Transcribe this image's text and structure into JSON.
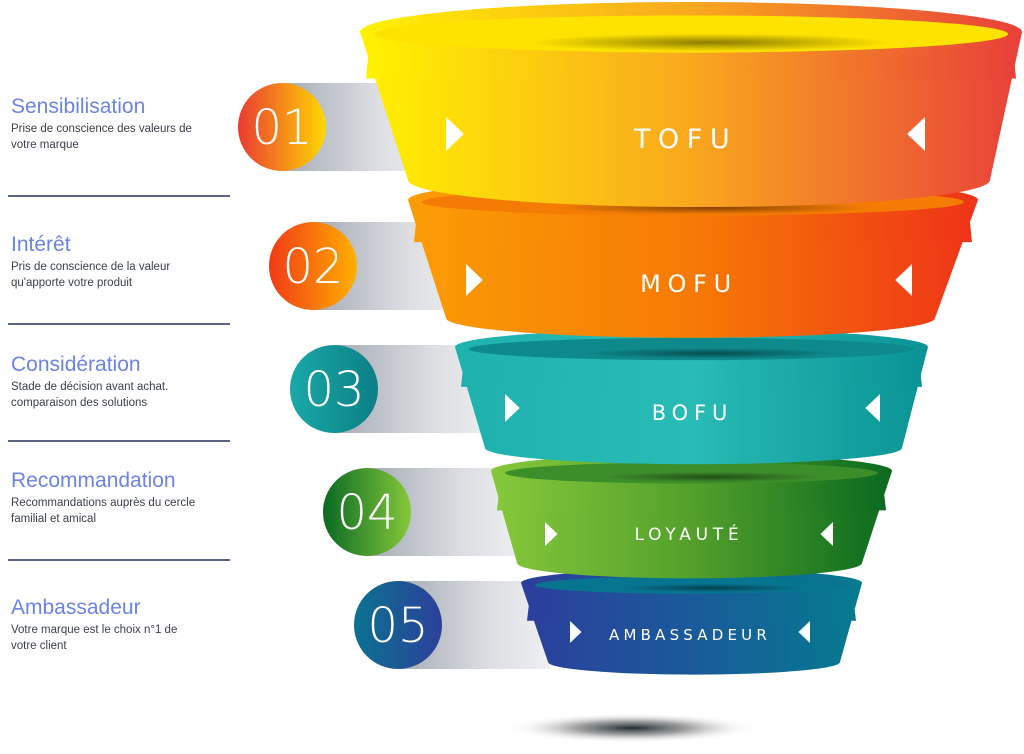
{
  "stages": [
    {
      "number": "01",
      "title": "Sensibilisation",
      "description_lines": [
        "Prise de conscience des valeurs de",
        "votre marque"
      ],
      "funnel_label": "TOFU",
      "badge_colors": [
        "#ea3b32",
        "#ffd800"
      ],
      "band_colors": [
        "#fff200",
        "#f9a81e",
        "#e8403a"
      ],
      "rim_color": "#ffe300"
    },
    {
      "number": "02",
      "title": "Intérêt",
      "description_lines": [
        "Pris de conscience de la valeur",
        "qu'apporte votre produit"
      ],
      "funnel_label": "MOFU",
      "badge_colors": [
        "#f03a16",
        "#ffb000"
      ],
      "band_colors": [
        "#fb9c05",
        "#f67a05",
        "#ef3318"
      ],
      "rim_color": "#f47c05"
    },
    {
      "number": "03",
      "title": "Considération",
      "description_lines": [
        "Stade de décision avant achat.",
        "comparaison des solutions"
      ],
      "funnel_label": "BOFU",
      "badge_colors": [
        "#1aa8a7",
        "#0b7f86"
      ],
      "band_colors": [
        "#1fb1ad",
        "#29bbb5",
        "#0a9395"
      ],
      "rim_color": "#0e8a8d"
    },
    {
      "number": "04",
      "title": "Recommandation",
      "description_lines": [
        "Recommandations auprès du cercle",
        "familial et amical"
      ],
      "funnel_label": "LOYAUTÉ",
      "badge_colors": [
        "#0a6a23",
        "#86c83a"
      ],
      "band_colors": [
        "#86c83a",
        "#53a02b",
        "#0b6a1f"
      ],
      "rim_color": "#3c8e2a"
    },
    {
      "number": "05",
      "title": "Ambassadeur",
      "description_lines": [
        "Votre marque est le choix n°1 de",
        "votre client"
      ],
      "funnel_label": "AMBASSADEUR",
      "badge_colors": [
        "#0b7290",
        "#2d3f9b"
      ],
      "band_colors": [
        "#2c3e9c",
        "#1a5a9a",
        "#057b8f"
      ],
      "rim_color": "#087590"
    }
  ],
  "icons": {
    "right_arrow": "triangle-right-icon",
    "left_arrow": "triangle-left-icon"
  }
}
